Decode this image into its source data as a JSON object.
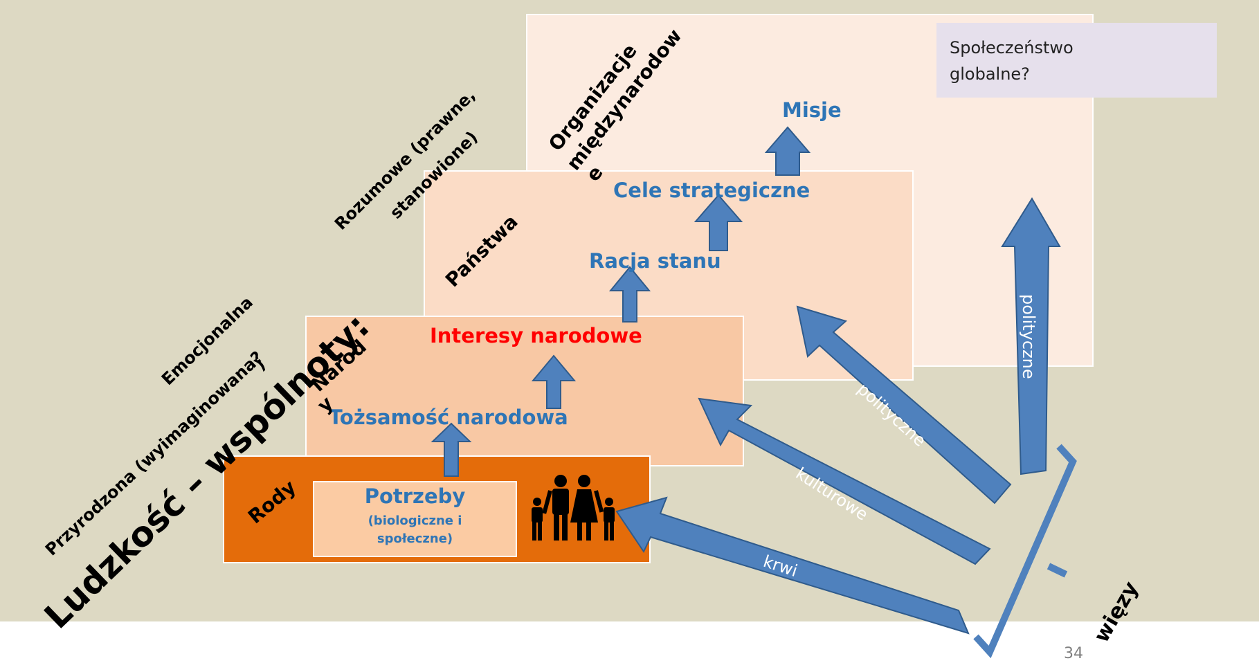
{
  "title": {
    "main": "Ludzkość – wspólnoty:",
    "natural": "Przyrodzona (wyimaginowana?",
    "natural_cont": ")",
    "emotional": "Emocjonalna",
    "rational": "Rozumowe (prawne,",
    "rational_cont": "stanowione)"
  },
  "levels": {
    "intl_line1": "Organizacje",
    "intl_line2": "międzynarodow",
    "intl_line3": "e",
    "states": "Państwa",
    "nation_line1": "Narod",
    "nation_line2": "y",
    "clans": "Rody",
    "global": "Społeczeństwo globalne?"
  },
  "steps": {
    "needs": "Potrzeby",
    "needs_sub1": "(biologiczne i",
    "needs_sub2": "społeczne)",
    "identity": "Tożsamość narodowa",
    "interests": "Interesy narodowe",
    "raison": "Racja stanu",
    "goals": "Cele strategiczne",
    "missions": "Misje"
  },
  "bonds": {
    "blood": "krwi",
    "cultural": "kulturowe",
    "political_diag": "polityczne",
    "political_vert": "polityczne",
    "label": "więzy"
  },
  "page_number": "34",
  "icons": {
    "family": "family-icon"
  },
  "colors": {
    "background": "#ddd9c3",
    "arrow_fill": "#4f81bd",
    "arrow_stroke": "#2f5b8c",
    "clans_box": "#e46c0a",
    "step_text": "#2e75b6",
    "interest_text": "#ff0000"
  }
}
